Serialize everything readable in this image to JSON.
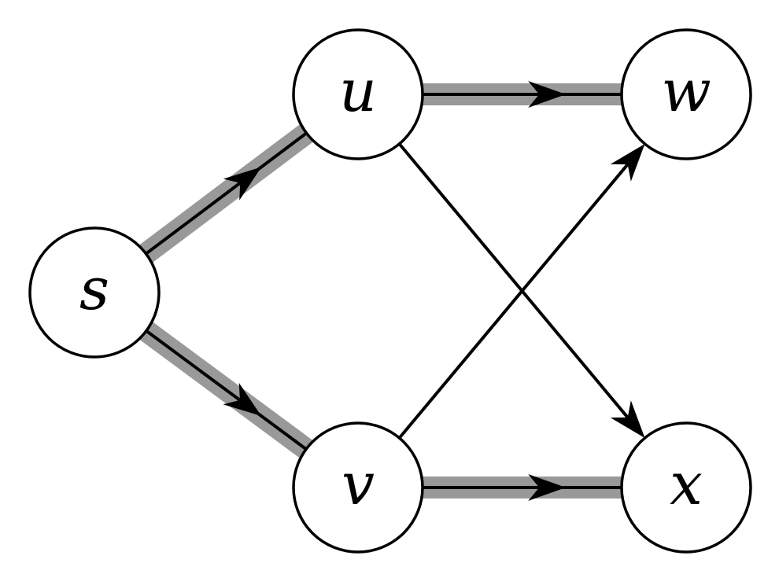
{
  "graph": {
    "nodes": [
      {
        "id": "s",
        "label": "s"
      },
      {
        "id": "u",
        "label": "u"
      },
      {
        "id": "v",
        "label": "v"
      },
      {
        "id": "w",
        "label": "w"
      },
      {
        "id": "x",
        "label": "x"
      }
    ],
    "edges": [
      {
        "from": "s",
        "to": "u",
        "highlighted": true
      },
      {
        "from": "s",
        "to": "v",
        "highlighted": true
      },
      {
        "from": "u",
        "to": "w",
        "highlighted": true
      },
      {
        "from": "v",
        "to": "x",
        "highlighted": true
      },
      {
        "from": "u",
        "to": "x",
        "highlighted": false
      },
      {
        "from": "v",
        "to": "w",
        "highlighted": false
      }
    ],
    "colors": {
      "highlight": "#999999",
      "edge": "#000000",
      "node_fill": "#ffffff",
      "node_stroke": "#000000"
    }
  }
}
